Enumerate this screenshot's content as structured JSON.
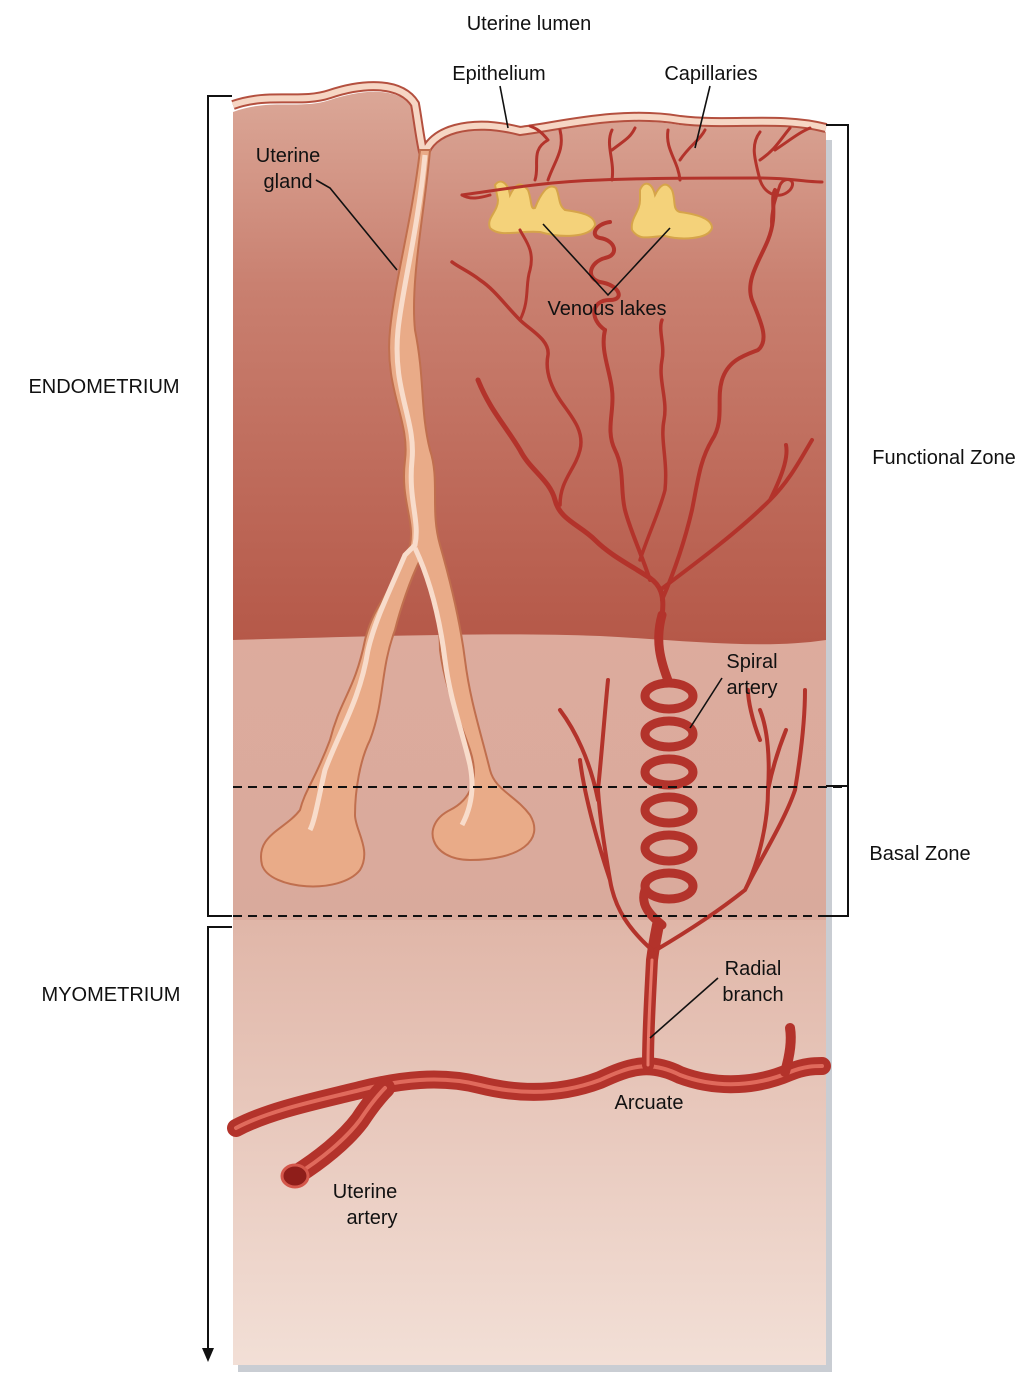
{
  "labels": {
    "uterine_lumen": "Uterine lumen",
    "epithelium": "Epithelium",
    "capillaries": "Capillaries",
    "uterine_gland_1": "Uterine",
    "uterine_gland_2": "gland",
    "venous_lakes": "Venous lakes",
    "endometrium": "ENDOMETRIUM",
    "functional_zone": "Functional Zone",
    "spiral_artery_1": "Spiral",
    "spiral_artery_2": "artery",
    "basal_zone": "Basal Zone",
    "myometrium": "MYOMETRIUM",
    "radial_branch_1": "Radial",
    "radial_branch_2": "branch",
    "arcuate": "Arcuate",
    "uterine_artery_1": "Uterine",
    "uterine_artery_2": "artery"
  },
  "colors": {
    "functional_zone_top": "#d9a394",
    "functional_zone_bottom": "#b65a4b",
    "basal_zone": "#dcaa9c",
    "myometrium_top": "#e2b9ab",
    "myometrium_bottom": "#f0dcd2",
    "artery": "#c0362c",
    "artery_highlight": "#e87a6c",
    "gland": "#e8ab88",
    "gland_lumen": "#f7dcc7",
    "venous_lake": "#f4d37a",
    "epithelium": "#f6d6c4"
  }
}
